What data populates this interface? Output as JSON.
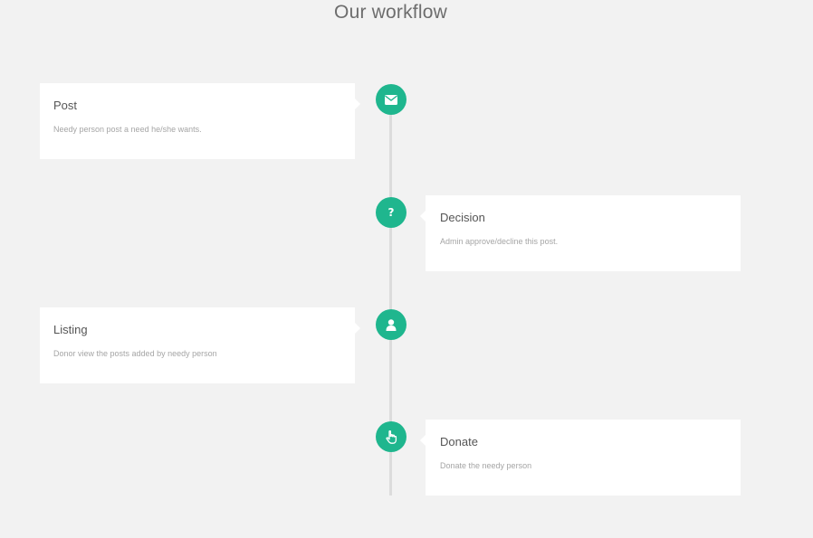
{
  "section": {
    "title": "Our workflow"
  },
  "steps": [
    {
      "title": "Post",
      "description": "Needy person post a need he/she wants.",
      "icon": "envelope-icon"
    },
    {
      "title": "Decision",
      "description": "Admin approve/decline this post.",
      "icon": "question-icon",
      "glyph": "?"
    },
    {
      "title": "Listing",
      "description": "Donor view the posts added by needy person",
      "icon": "user-icon"
    },
    {
      "title": "Donate",
      "description": "Donate the needy person",
      "icon": "hand-pointer-icon"
    }
  ],
  "colors": {
    "accent": "#1fb68e",
    "background": "#f2f2f2",
    "card": "#ffffff",
    "line": "#dcdcdc"
  }
}
